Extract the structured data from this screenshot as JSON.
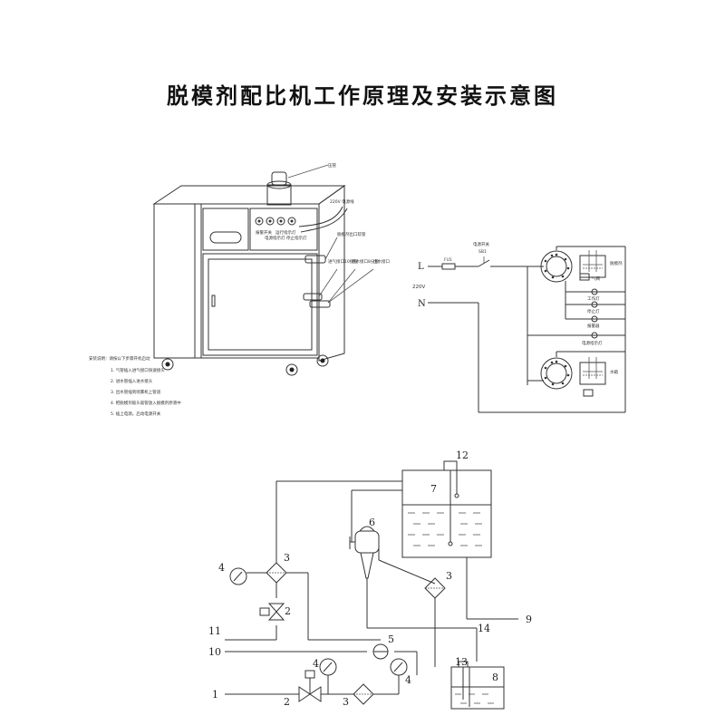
{
  "title": "脱模剂配比机工作原理及安装示意图",
  "machine": {
    "tank_label": "压管",
    "power_line": "220V 电源线",
    "panel_labels": [
      "报警开关",
      "电源指示灯",
      "运行指示灯",
      "停止指示灯"
    ],
    "hose_label": "脱模剂出口软管",
    "inlet_air": "进气接口10接管",
    "inlet_water": "进水接口8分管",
    "outlet": "出水接口",
    "install_title": "安装说明：请按以下步骤开机启动",
    "install_steps": [
      "1. 气管插入进气接口快速接头",
      "2. 进水管插入进水接头",
      "3. 出水管插到喷雾机上管道",
      "4. 把脱模剂吸头吸管放入脱模剂原液中",
      "5. 插上电源。启动电源开关"
    ]
  },
  "circuit": {
    "L": "L",
    "N": "N",
    "voltage": "220V",
    "fuse": "FU1",
    "switch_title": "电源开关",
    "switch": "SB1",
    "relay1_label": "脱模剂",
    "relay2_label": "水箱",
    "lamp_labels": [
      "气阀",
      "工作灯",
      "停止灯",
      "报警器",
      "电源指示灯"
    ]
  },
  "flow": {
    "labels": [
      "1",
      "2",
      "3",
      "4",
      "5",
      "6",
      "7",
      "8",
      "9",
      "10",
      "11",
      "12",
      "13",
      "14",
      "2",
      "3",
      "3",
      "4",
      "4"
    ]
  }
}
